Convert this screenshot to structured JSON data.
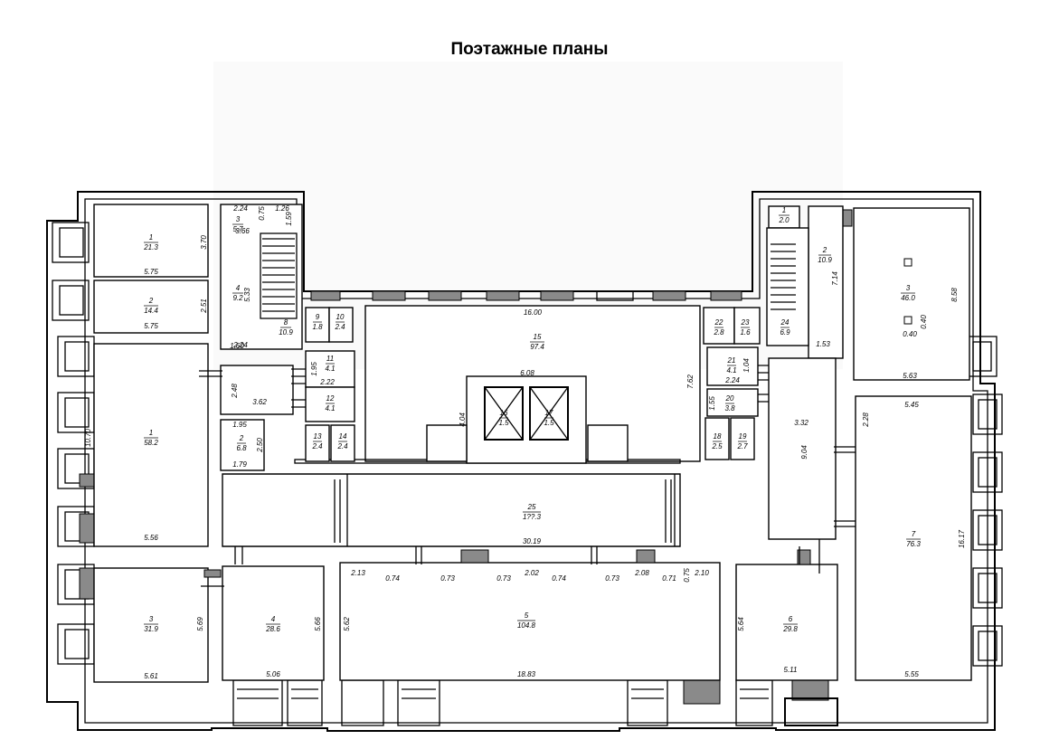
{
  "header": {
    "title": "Поэтажные планы",
    "subtitle": "Цоколь"
  },
  "rooms": [
    {
      "num": "1",
      "area": "21.3"
    },
    {
      "num": "2",
      "area": "14.4"
    },
    {
      "num": "1",
      "area": "58.2"
    },
    {
      "num": "3",
      "area": "31.9"
    },
    {
      "num": "4",
      "area": "28.6"
    },
    {
      "num": "5",
      "area": "104.8"
    },
    {
      "num": "6",
      "area": "29.8"
    },
    {
      "num": "7",
      "area": "76.3"
    },
    {
      "num": "3",
      "area": "46.0"
    },
    {
      "num": "2",
      "area": "10.9"
    },
    {
      "num": "1",
      "area": "2.0"
    },
    {
      "num": "15",
      "area": "97.4"
    },
    {
      "num": "25",
      "area": "1??.3"
    },
    {
      "num": "3",
      "area": "5.7"
    },
    {
      "num": "4",
      "area": "9.2"
    },
    {
      "num": "8",
      "area": "10.9"
    },
    {
      "num": "9",
      "area": "1.8"
    },
    {
      "num": "10",
      "area": "2.4"
    },
    {
      "num": "11",
      "area": "4.1"
    },
    {
      "num": "12",
      "area": "4.1"
    },
    {
      "num": "13",
      "area": "2.4"
    },
    {
      "num": "14",
      "area": "2.4"
    },
    {
      "num": "2",
      "area": "6.8"
    },
    {
      "num": "22",
      "area": "2.8"
    },
    {
      "num": "23",
      "area": "1.6"
    },
    {
      "num": "24",
      "area": "6.9"
    },
    {
      "num": "21",
      "area": "4.1"
    },
    {
      "num": "20",
      "area": "3.8"
    },
    {
      "num": "18",
      "area": "2.5"
    },
    {
      "num": "19",
      "area": "2.7"
    },
    {
      "num": "16",
      "area": "1.5"
    },
    {
      "num": "17",
      "area": "1.5"
    }
  ],
  "dimensions": [
    "5.75",
    "5.75",
    "3.70",
    "2.51",
    "10.70",
    "5.56",
    "5.61",
    "5.69",
    "5.06",
    "5.66",
    "5.62",
    "18.83",
    "5.64",
    "5.11",
    "5.55",
    "16.17",
    "5.45",
    "2.28",
    "5.63",
    "8.58",
    "7.14",
    "1.53",
    "0.40",
    "0.40",
    "16.00",
    "6.08",
    "7.62",
    "4.04",
    "30.19",
    "3.32",
    "9.04",
    "2.24",
    "3.66",
    "2.24",
    "0.75",
    "1.26",
    "1.59",
    "5.33",
    "1.60",
    "2.48",
    "3.62",
    "1.95",
    "1.79",
    "2.50",
    "1.95",
    "2.22",
    "2.13",
    "0.74",
    "0.73",
    "0.73",
    "2.02",
    "0.74",
    "0.73",
    "2.08",
    "0.71",
    "0.75",
    "2.10",
    "1.55",
    "1.04",
    "2.24"
  ]
}
